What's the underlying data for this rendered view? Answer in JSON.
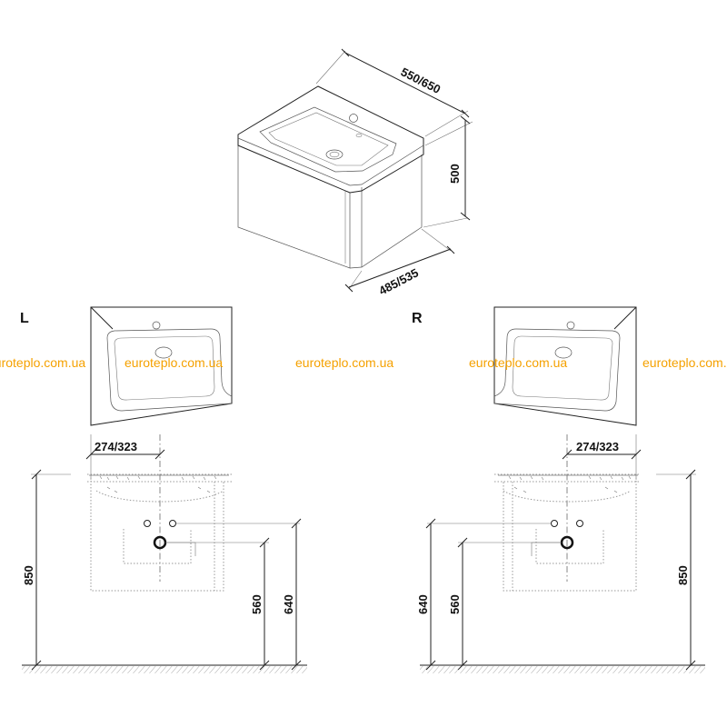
{
  "diagram": {
    "dimensions": {
      "width": "550/650",
      "height": "500",
      "depth": "485/535",
      "offset": "274/323",
      "floor_height": "850",
      "drain_height": "560",
      "supply_height": "640"
    },
    "left_label": "L",
    "right_label": "R",
    "watermark_text": "euroteplo.com.ua",
    "watermark_color": "#f5a100"
  }
}
